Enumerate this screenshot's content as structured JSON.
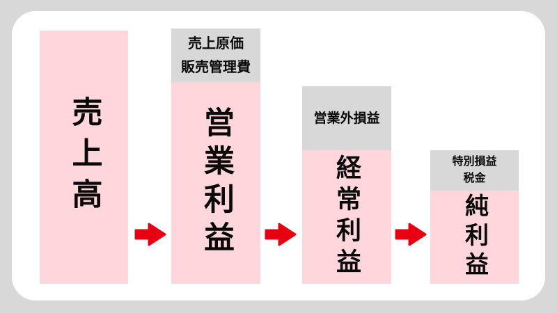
{
  "colors": {
    "bg_gray": "#d8d8d8",
    "card_white": "#ffffff",
    "bar_pink": "#ffd6dc",
    "header_gray": "#d8d8d8",
    "arrow_red": "#e60012",
    "text_black": "#0a0a0a"
  },
  "diagram": {
    "type": "profit-stage-flow",
    "columns": [
      {
        "name": "sales",
        "label": "売上高",
        "header_lines": []
      },
      {
        "name": "operating-profit",
        "label": "営業利益",
        "header_lines": [
          "売上原価",
          "販売管理費"
        ]
      },
      {
        "name": "ordinary-profit",
        "label": "経常利益",
        "header_lines": [
          "営業外損益"
        ]
      },
      {
        "name": "net-profit",
        "label": "純利益",
        "header_lines": [
          "特別損益",
          "税金"
        ]
      }
    ],
    "arrow_direction": "right",
    "arrow_count": 3
  }
}
